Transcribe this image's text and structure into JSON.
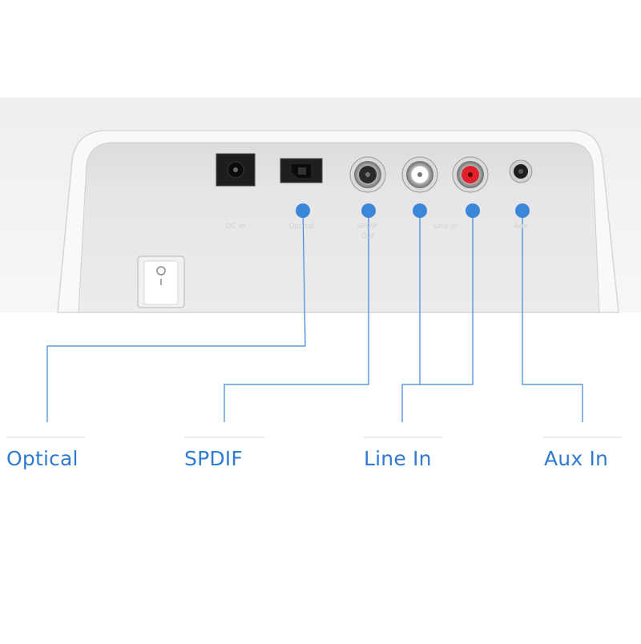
{
  "colors": {
    "accent": "#3a86d8",
    "label": "#2f7bd1",
    "device_body": "#f3f3f3",
    "panel": "#e4e4e6",
    "rca_red": "#e0202a",
    "rca_white": "#ffffff",
    "rca_dark": "#2a2a2a"
  },
  "panel_labels": {
    "dc_in": "DC In",
    "optical": "Optical",
    "spdif": "SPDIF",
    "spdif_sub": "Out",
    "line_in": "Line In",
    "aux": "Aux"
  },
  "callouts": [
    {
      "id": "optical",
      "label": "Optical"
    },
    {
      "id": "spdif",
      "label": "SPDIF"
    },
    {
      "id": "line-in",
      "label": "Line In"
    },
    {
      "id": "aux-in",
      "label": "Aux In"
    }
  ],
  "icons": {
    "power_switch": "power-rocker-switch-icon",
    "dc_jack": "dc-power-jack-icon",
    "optical_port": "optical-toslink-port-icon",
    "rca_jack": "rca-jack-icon",
    "aux_jack": "aux-3.5mm-jack-icon"
  }
}
